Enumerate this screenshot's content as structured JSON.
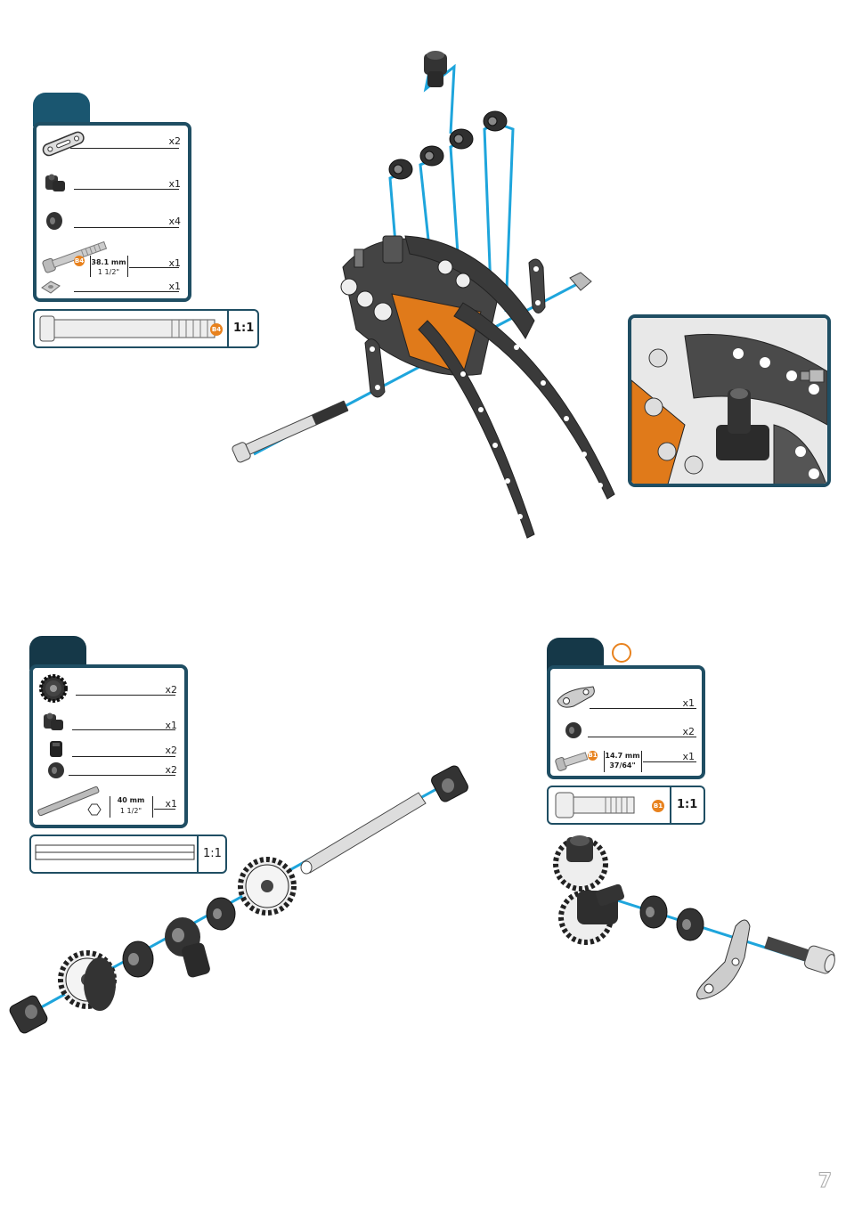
{
  "page_number": "7",
  "colors": {
    "panel_border": "#1f4e63",
    "tab": "#1a5670",
    "assembly_line": "#1ea5dc",
    "accent_orange": "#e8821e",
    "part_dark": "#3a3a3a"
  },
  "step1": {
    "parts": [
      {
        "icon": "flat-bracket-icon",
        "qty": "x2"
      },
      {
        "icon": "threaded-coupling-icon",
        "qty": "x1"
      },
      {
        "icon": "spacer-icon",
        "qty": "x4"
      },
      {
        "icon": "bolt-icon",
        "qty": "x1",
        "badge": "B4",
        "dim_mm": "38.1 mm",
        "dim_in": "1 1/2\""
      },
      {
        "icon": "square-nut-icon",
        "qty": "x1"
      }
    ],
    "scale_badge": "B4",
    "scale_ratio": "1:1"
  },
  "step2": {
    "parts": [
      {
        "icon": "gear-icon",
        "qty": "x2"
      },
      {
        "icon": "threaded-coupling-icon",
        "qty": "x1"
      },
      {
        "icon": "hub-icon",
        "qty": "x2"
      },
      {
        "icon": "spacer-icon",
        "qty": "x2"
      },
      {
        "icon": "axle-icon",
        "qty": "x1",
        "dim_mm": "40 mm",
        "dim_in": "1 1/2\""
      }
    ],
    "scale_ratio": "1:1"
  },
  "step3": {
    "parts": [
      {
        "icon": "angle-bracket-icon",
        "qty": "x1"
      },
      {
        "icon": "spacer-icon",
        "qty": "x2"
      },
      {
        "icon": "bolt-icon",
        "qty": "x1",
        "badge": "B1",
        "dim_mm": "14.7 mm",
        "dim_in": "37/64\""
      }
    ],
    "scale_badge": "B1",
    "scale_ratio": "1:1"
  }
}
